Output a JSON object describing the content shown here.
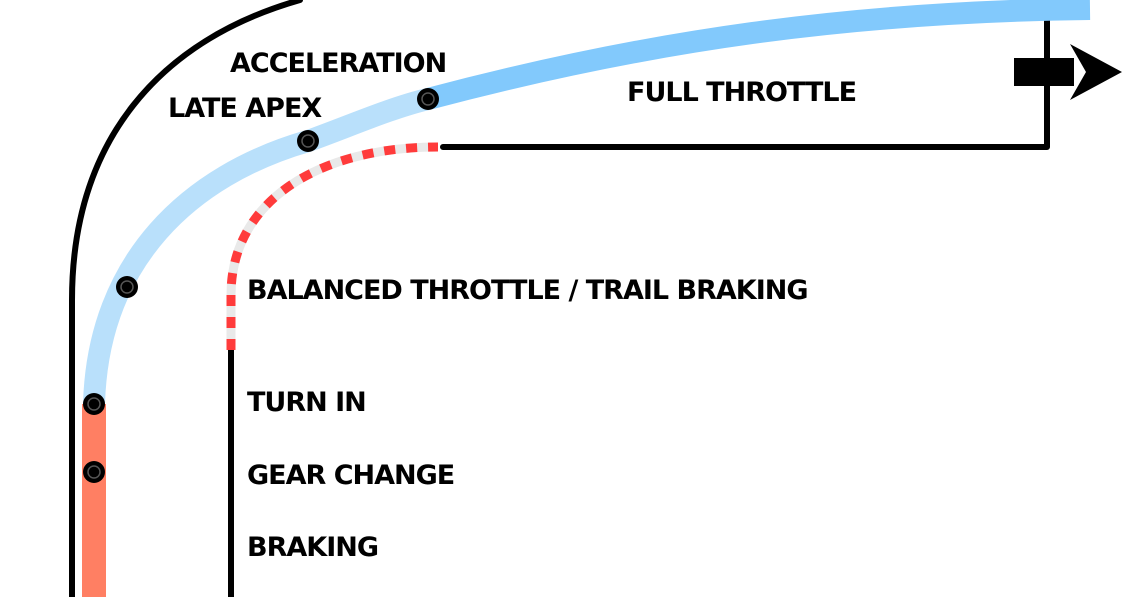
{
  "labels": {
    "acceleration": "ACCELERATION",
    "late_apex": "LATE APEX",
    "full_throttle": "FULL THROTTLE",
    "balanced_throttle": "BALANCED THROTTLE / TRAIL BRAKING",
    "turn_in": "TURN IN",
    "gear_change": "GEAR CHANGE",
    "braking": "BRAKING"
  },
  "colors": {
    "braking_line": "#ff7f63",
    "racing_line_light": "#b9e0fb",
    "racing_line_dark": "#82c9fc",
    "trail_braking_dash": "#ff3b3b",
    "track_edge": "#000000",
    "marker": "#000000"
  },
  "icons": {
    "direction": "arrow-right-icon",
    "marker": "target-dot-icon"
  }
}
